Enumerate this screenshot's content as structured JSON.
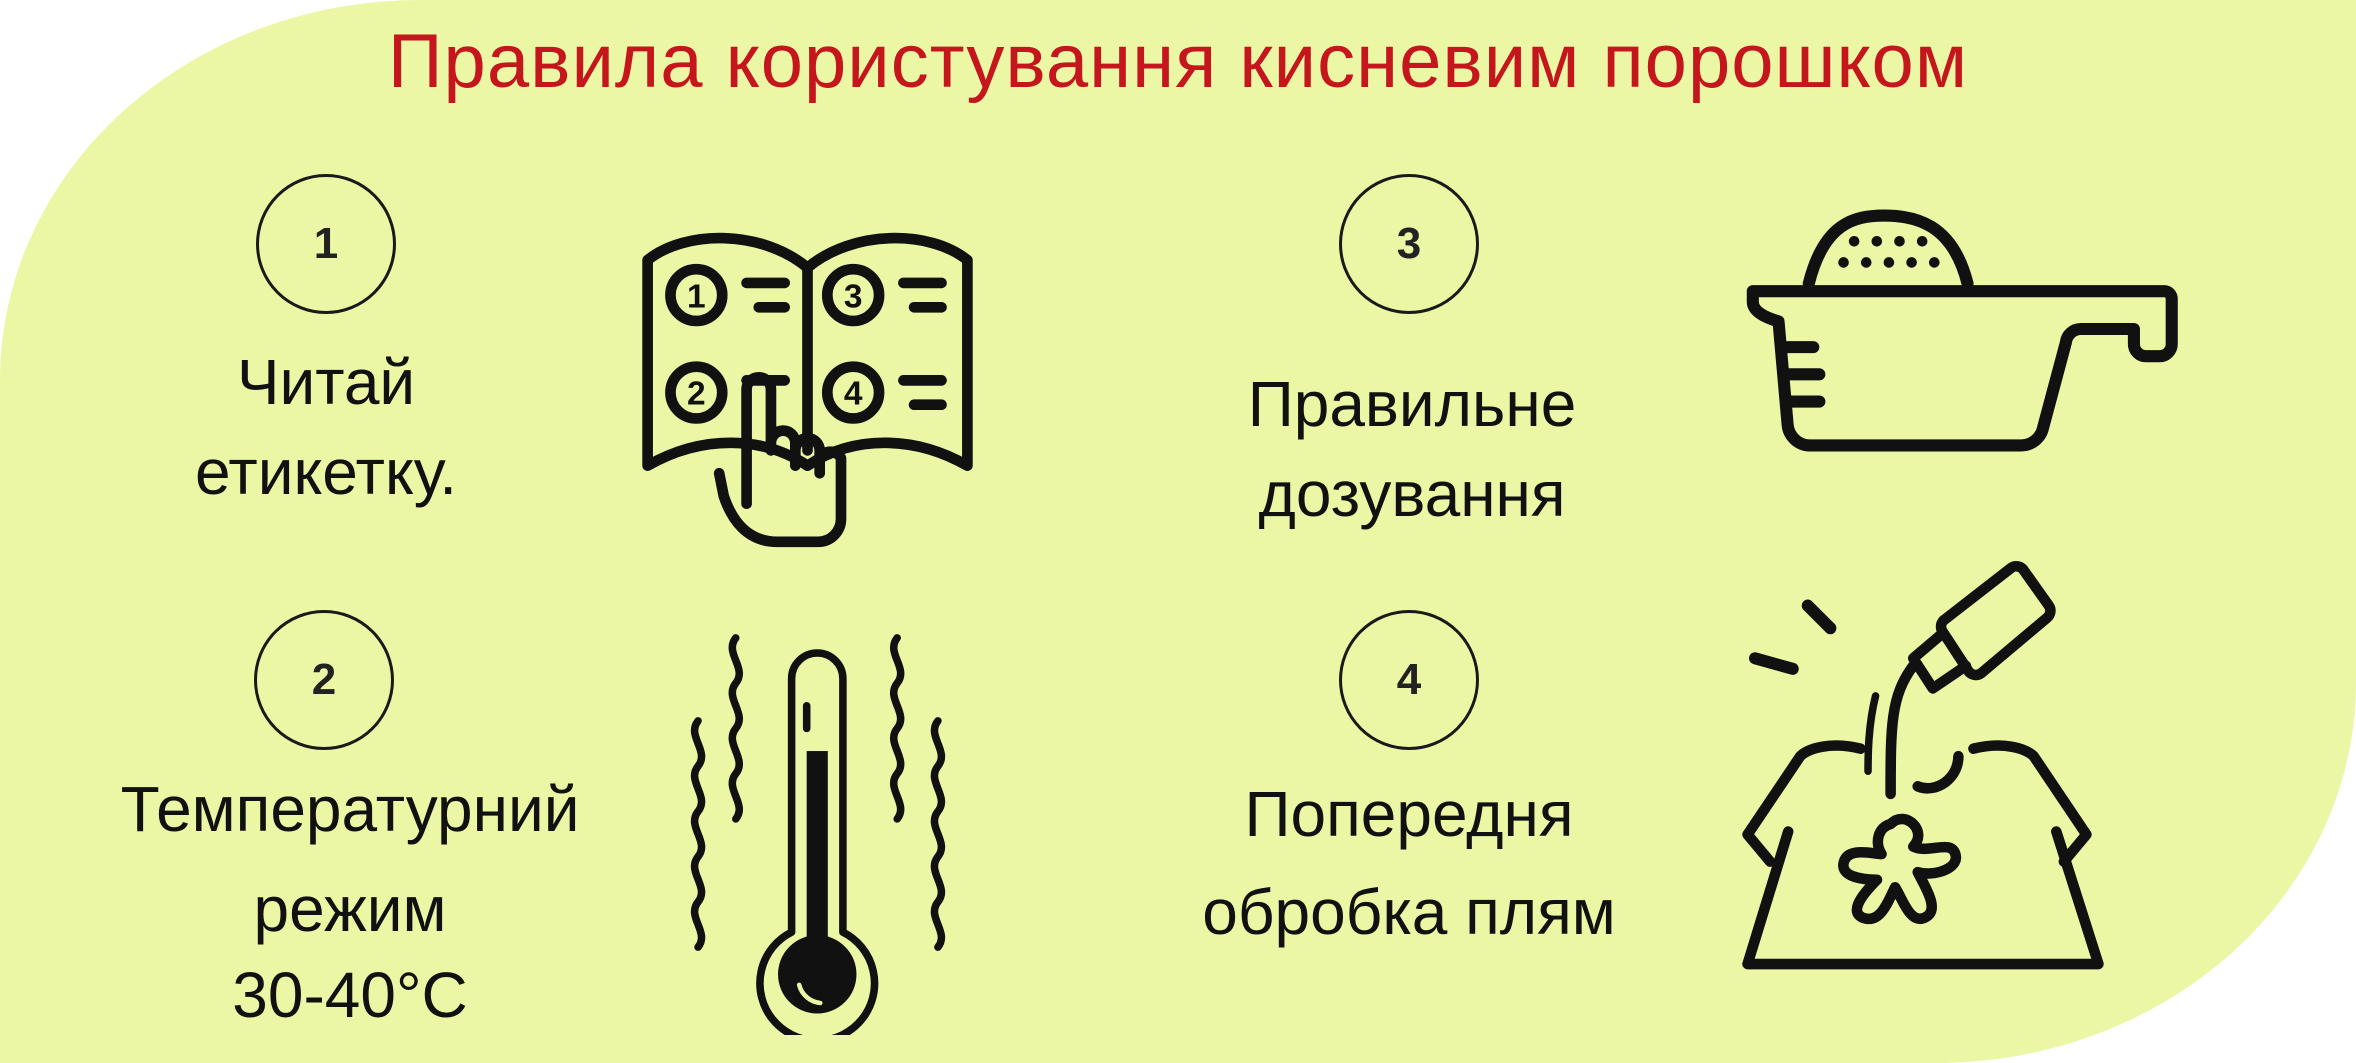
{
  "title": "Правила користування кисневим порошком",
  "colors": {
    "background": "#ebf7a4",
    "title": "#c4161c",
    "ink": "#111111"
  },
  "steps": [
    {
      "number": "1",
      "lines": [
        "Читай",
        "етикетку."
      ],
      "icon": "book-instructions-icon"
    },
    {
      "number": "2",
      "lines": [
        "Температурний",
        "режим",
        "30-40°C"
      ],
      "icon": "thermometer-icon"
    },
    {
      "number": "3",
      "lines": [
        "Правильне",
        "дозування"
      ],
      "icon": "measuring-cup-icon"
    },
    {
      "number": "4",
      "lines": [
        "Попередня",
        "обробка плям"
      ],
      "icon": "stain-treatment-icon"
    }
  ],
  "book_numbers": [
    "1",
    "2",
    "3",
    "4"
  ]
}
